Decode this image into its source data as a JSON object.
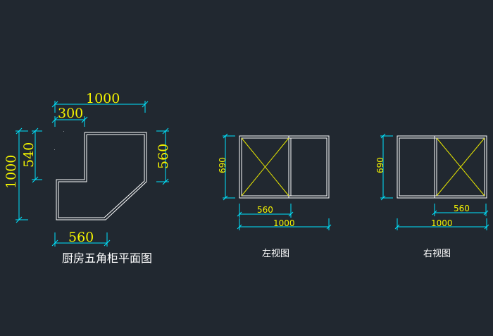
{
  "colors": {
    "background": "#212830",
    "outline": "#ffffff",
    "dimension": "#00e5ff",
    "dimension_text": "#f5f500",
    "cross": "#e8e800",
    "caption": "#ffffff"
  },
  "plan": {
    "dim_total_width": "1000",
    "dim_top_left": "300",
    "dim_total_height": "1000",
    "dim_left_upper": "540",
    "dim_right": "560",
    "dim_bottom": "560",
    "caption": "厨房五角柜平面图"
  },
  "left_view": {
    "dim_height": "690",
    "dim_partial": "560",
    "dim_total": "1000",
    "caption": "左视图"
  },
  "right_view": {
    "dim_height": "690",
    "dim_partial": "560",
    "dim_total": "1000",
    "caption": "右视图"
  }
}
